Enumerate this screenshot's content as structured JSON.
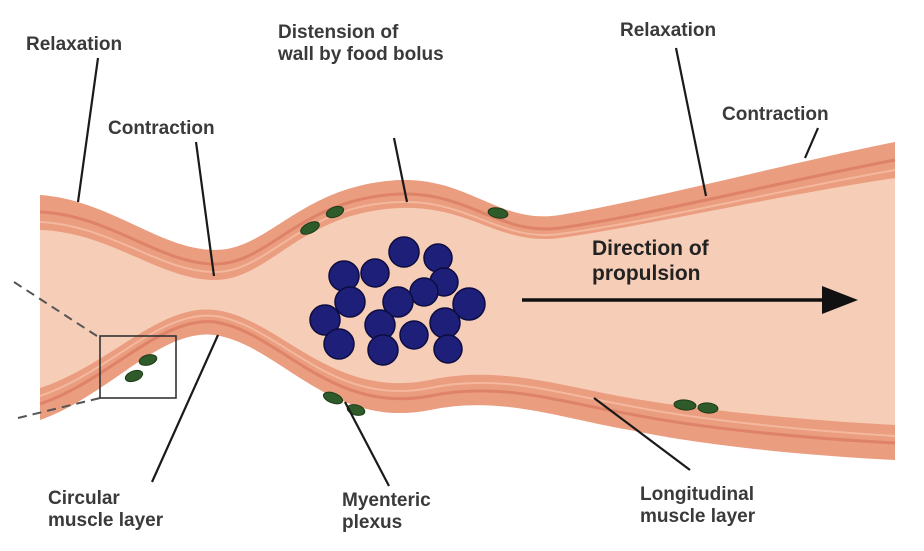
{
  "labels": {
    "relaxation_left": "Relaxation",
    "distension": [
      "Distension of",
      "wall by food bolus"
    ],
    "relaxation_right": "Relaxation",
    "contraction_left": "Contraction",
    "contraction_right": "Contraction",
    "direction": [
      "Direction of",
      "propulsion"
    ],
    "circular_muscle": [
      "Circular",
      "muscle layer"
    ],
    "myenteric": [
      "Myenteric",
      "plexus"
    ],
    "longitudinal_muscle": [
      "Longitudinal",
      "muscle layer"
    ]
  },
  "colors": {
    "wall_outer": "#e8977a",
    "wall_mid": "#f3b79a",
    "lumen": "#f7d2bf",
    "bolus": "#1a1a6e",
    "plexus": "#2f5a2a",
    "line": "#1a1a1a"
  }
}
